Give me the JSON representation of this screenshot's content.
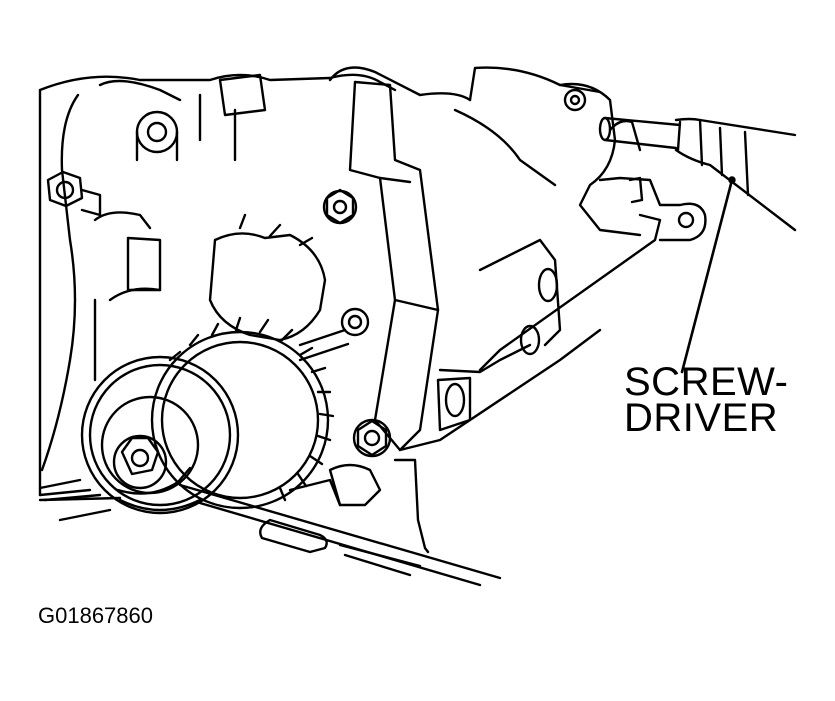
{
  "callout": {
    "line1": "SCREW-",
    "line2": "DRIVER"
  },
  "figure_id": "G01867860",
  "colors": {
    "ink": "#000000",
    "paper": "#ffffff"
  },
  "icons": {
    "illustration": "engine-timing-belt-area-line-art"
  }
}
